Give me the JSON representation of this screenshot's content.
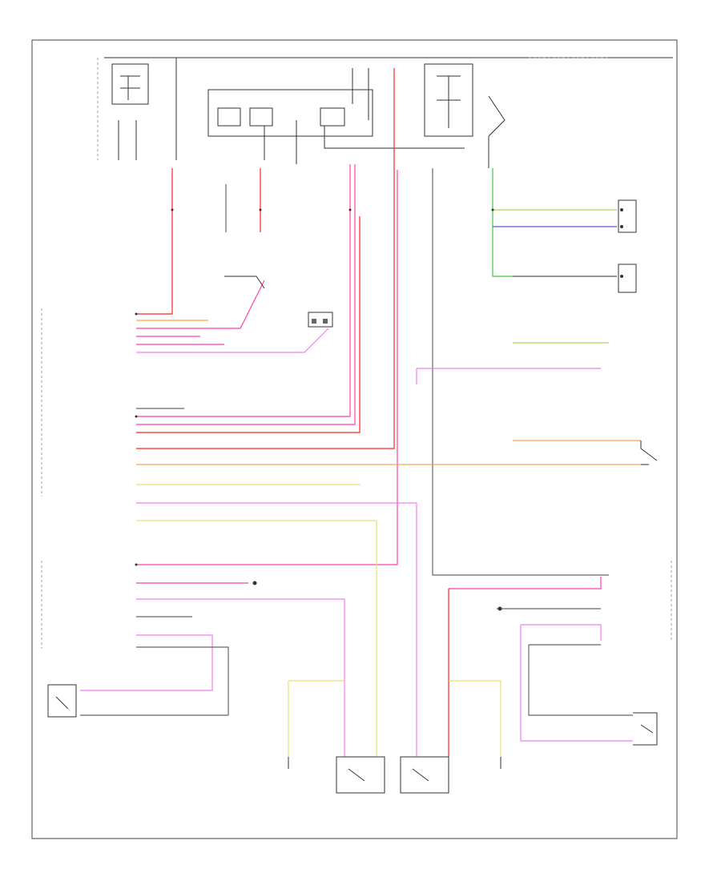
{
  "diagram": {
    "footer_code": "",
    "labels": [],
    "colors": {
      "pink": "#ff3fa8",
      "red": "#ff2222",
      "magenta": "#f47cf4",
      "orange": "#ffa24a",
      "yellow": "#e6e070",
      "green": "#44cc44",
      "blue": "#5a5adc",
      "frame": "#444444"
    },
    "components": [
      {
        "id": "fuse-panel-top-left"
      },
      {
        "id": "power-distribution-top-center"
      },
      {
        "id": "fuse-panel-top-right"
      },
      {
        "id": "body-control-module-left"
      },
      {
        "id": "instrument-cluster-module"
      },
      {
        "id": "door-ajar-switch-driver"
      },
      {
        "id": "door-ajar-switch-passenger"
      },
      {
        "id": "liftgate-ajar-switch"
      },
      {
        "id": "rear-door-switches"
      },
      {
        "id": "courtesy-lamp-connectors"
      },
      {
        "id": "passenger-door-module"
      }
    ]
  }
}
